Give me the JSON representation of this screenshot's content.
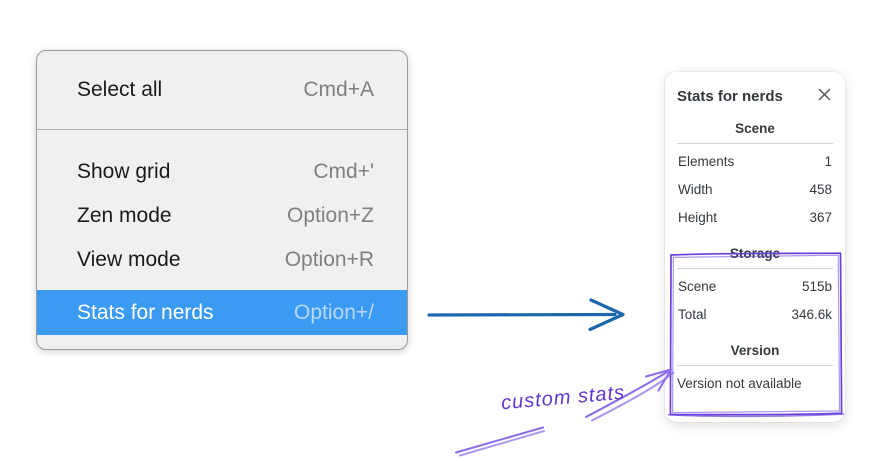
{
  "colors": {
    "menu_bg": "#f0f0f1",
    "menu_border": "#9c9ca0",
    "menu_text": "#1b1b1b",
    "menu_shortcut_text": "#7f8084",
    "highlight_bg": "#3b9af1",
    "highlight_text": "#ffffff",
    "highlight_shortcut_text": "#b8d9fa",
    "panel_text": "#343a40",
    "panel_divider": "#ced4da",
    "flow_arrow_blue": "#1c67ac",
    "annotation_purple": "#6741d9",
    "annotation_purple_light": "#8c6ce8"
  },
  "menu": {
    "sections": [
      {
        "items": [
          {
            "label": "Select all",
            "shortcut": "Cmd+A",
            "highlighted": false
          }
        ]
      },
      {
        "items": [
          {
            "label": "Show grid",
            "shortcut": "Cmd+'",
            "highlighted": false
          },
          {
            "label": "Zen mode",
            "shortcut": "Option+Z",
            "highlighted": false
          },
          {
            "label": "View mode",
            "shortcut": "Option+R",
            "highlighted": false
          },
          {
            "label": "Stats for nerds",
            "shortcut": "Option+/",
            "highlighted": true
          }
        ]
      }
    ]
  },
  "panel": {
    "title": "Stats for nerds",
    "sections": [
      {
        "header": "Scene",
        "rows": [
          {
            "label": "Elements",
            "value": "1"
          },
          {
            "label": "Width",
            "value": "458"
          },
          {
            "label": "Height",
            "value": "367"
          }
        ]
      },
      {
        "header": "Storage",
        "rows": [
          {
            "label": "Scene",
            "value": "515b"
          },
          {
            "label": "Total",
            "value": "346.6k"
          }
        ]
      },
      {
        "header": "Version",
        "message": "Version not available"
      }
    ]
  },
  "annotations": {
    "custom_stats_label": "custom stats"
  }
}
